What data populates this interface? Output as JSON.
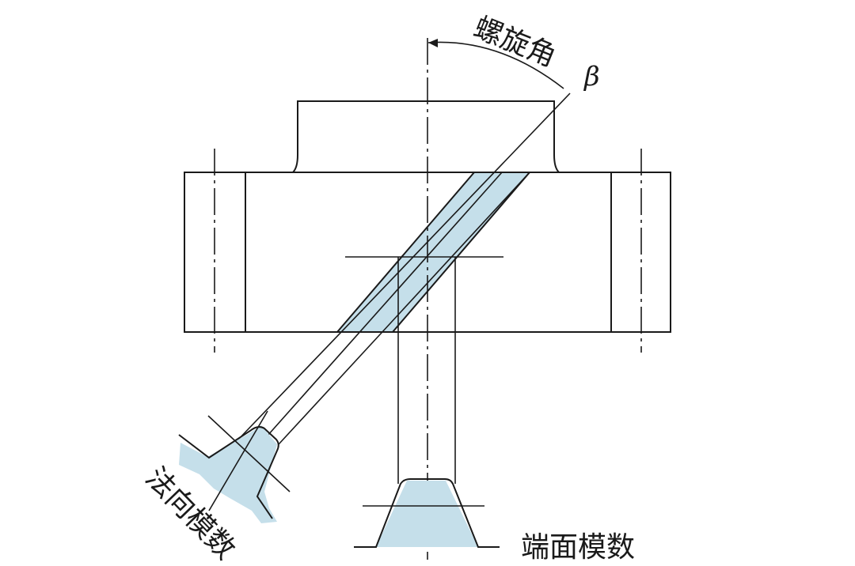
{
  "labels": {
    "helix_angle": "螺旋角",
    "beta_symbol": "β",
    "normal_module": "法向模数",
    "transverse_module": "端面模数"
  },
  "colors": {
    "line": "#1a1a1a",
    "tooth_fill": "#c5dfea",
    "background": "#ffffff"
  }
}
